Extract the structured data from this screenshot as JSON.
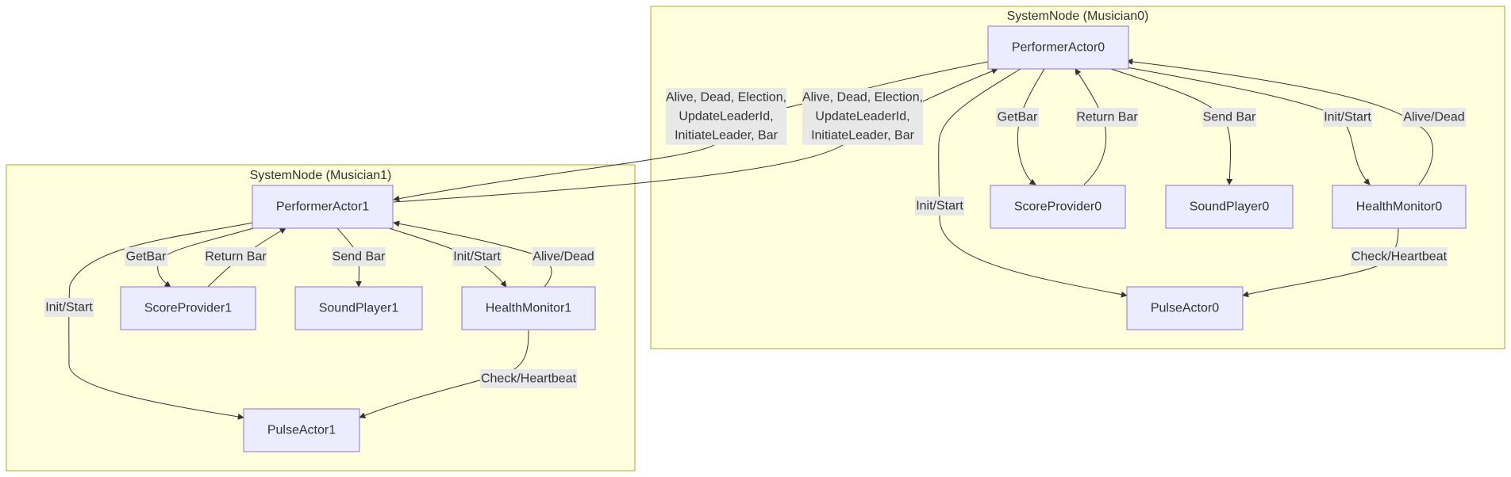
{
  "clusters": {
    "musician0": {
      "title": "SystemNode (Musician0)"
    },
    "musician1": {
      "title": "SystemNode (Musician1)"
    }
  },
  "nodes": {
    "performer0": "PerformerActor0",
    "score0": "ScoreProvider0",
    "sound0": "SoundPlayer0",
    "health0": "HealthMonitor0",
    "pulse0": "PulseActor0",
    "performer1": "PerformerActor1",
    "score1": "ScoreProvider1",
    "sound1": "SoundPlayer1",
    "health1": "HealthMonitor1",
    "pulse1": "PulseActor1"
  },
  "edge_labels": {
    "cross_a": [
      "Alive, Dead, Election,",
      "UpdateLeaderId,",
      "InitiateLeader, Bar"
    ],
    "cross_b": [
      "Alive, Dead, Election,",
      "UpdateLeaderId,",
      "InitiateLeader, Bar"
    ],
    "m0_getbar": "GetBar",
    "m0_returnbar": "Return Bar",
    "m0_sendbar": "Send Bar",
    "m0_initstart_health": "Init/Start",
    "m0_alivedead": "Alive/Dead",
    "m0_initstart_pulse": "Init/Start",
    "m0_checkheartbeat": "Check/Heartbeat",
    "m1_getbar": "GetBar",
    "m1_returnbar": "Return Bar",
    "m1_sendbar": "Send Bar",
    "m1_initstart_health": "Init/Start",
    "m1_alivedead": "Alive/Dead",
    "m1_initstart_pulse": "Init/Start",
    "m1_checkheartbeat": "Check/Heartbeat"
  },
  "colors": {
    "cluster_fill": "#ffffde",
    "cluster_stroke": "#aaaa33",
    "node_fill": "#ececff",
    "node_stroke": "#9370db",
    "edge_label_bg": "#e8e8e8",
    "edge": "#333333"
  }
}
